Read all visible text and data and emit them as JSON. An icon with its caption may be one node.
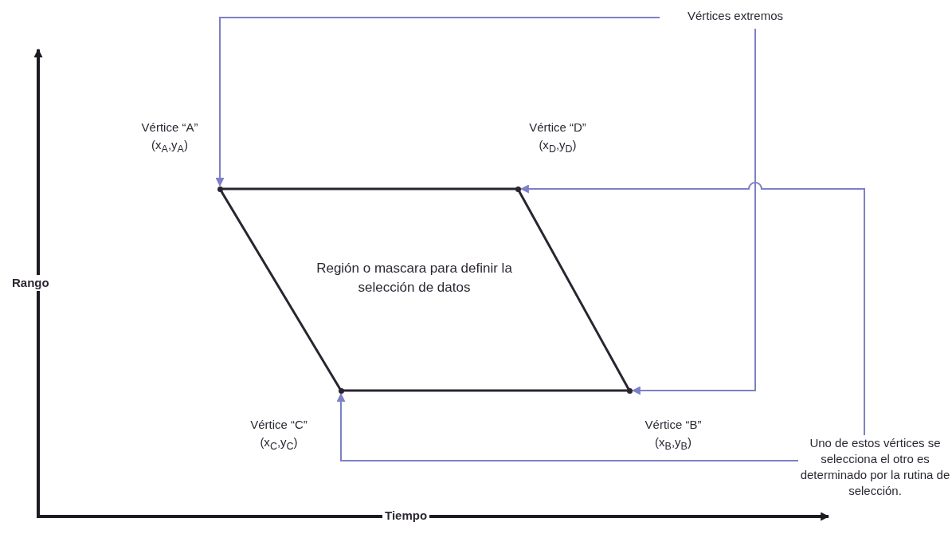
{
  "diagram": {
    "nodes": [
      {
        "text": [
          "Vértices extremos"
        ]
      },
      {
        "text": [],
        "shape": "point",
        "beside": [
          "Vértice “A”",
          "(x$_{A}$,y$_{A}$)"
        ]
      },
      {
        "text": [],
        "shape": "point",
        "beside": [
          "Vértice “D”",
          "(x$_{D}$,y$_{D}$)"
        ]
      },
      {
        "text": [
          "Región o mascara para definir la selección de datos"
        ]
      },
      {
        "text": [],
        "shape": "point",
        "beside": [
          "Vértice “C”",
          "(x$_{C}$,y$_{C}$)"
        ]
      },
      {
        "text": [],
        "shape": "point",
        "beside": [
          "Vértice “B”",
          "(x$_{B}$,y$_{B}$)"
        ]
      },
      {
        "text": [
          "Uno de estos vértices se selecciona el otro es determinado por la rutina de selección."
        ]
      }
    ],
    "edges": [
      {
        "from": 0,
        "to": 1,
        "arrow": "to"
      },
      {
        "from": 0,
        "to": 5,
        "arrow": "to"
      },
      {
        "from": 6,
        "to": 2,
        "arrow": "to"
      },
      {
        "from": 6,
        "to": 4,
        "arrow": "to"
      }
    ],
    "labels": [
      "Rango",
      "Tiempo"
    ]
  }
}
